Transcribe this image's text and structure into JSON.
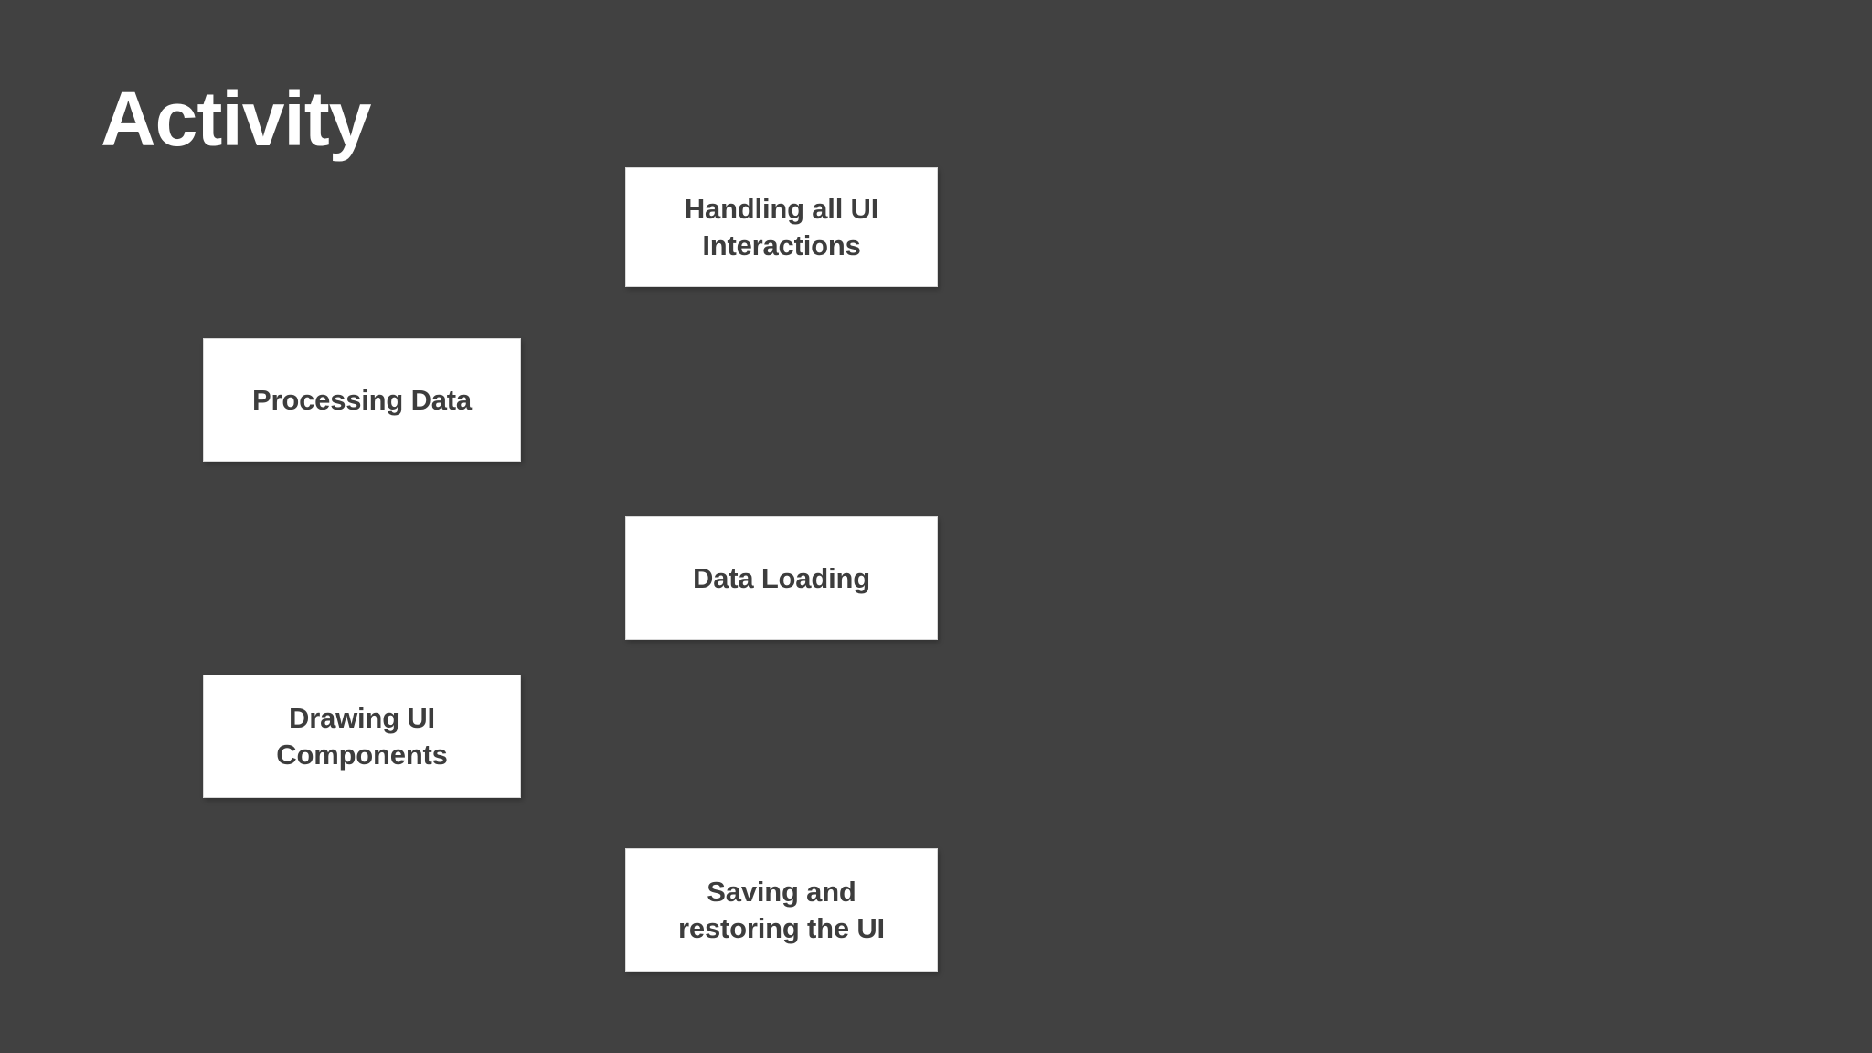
{
  "slide": {
    "title": "Activity",
    "background_color": "#414141",
    "title_color": "#ffffff",
    "card_background_color": "#ffffff",
    "card_text_color": "#3d3d3d"
  },
  "cards": [
    {
      "id": "handling-ui-interactions",
      "label": "Handling all UI\nInteractions",
      "column": "right"
    },
    {
      "id": "processing-data",
      "label": "Processing Data",
      "column": "left"
    },
    {
      "id": "data-loading",
      "label": "Data Loading",
      "column": "right"
    },
    {
      "id": "drawing-ui-components",
      "label": "Drawing UI\nComponents",
      "column": "left"
    },
    {
      "id": "saving-restoring-ui",
      "label": "Saving and\nrestoring the UI",
      "column": "right"
    }
  ]
}
